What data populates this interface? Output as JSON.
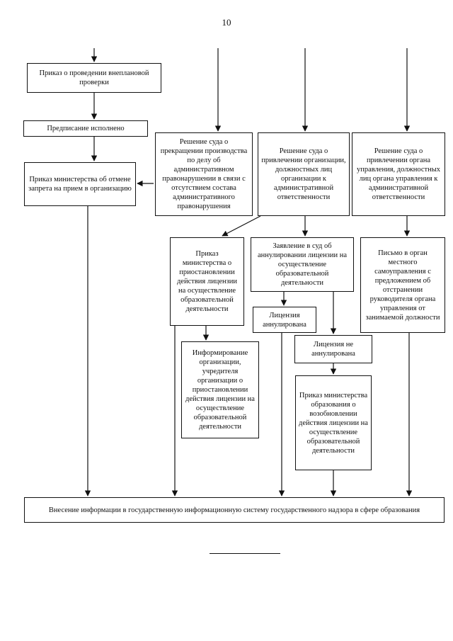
{
  "page_number": "10",
  "boxes": {
    "unscheduled_inspection": "Приказ о проведении внеплановой проверки",
    "order_fulfilled": "Предписание исполнено",
    "ban_cancel_order": "Приказ министерства об отмене запрета на прием в организацию",
    "court_terminate": "Решение суда о прекращении производства по делу об административном правонарушении в связи с отсутствием состава административного правонарушения",
    "court_org_liability": "Решение суда о привлечении организации, должностных лиц организации к административной ответственности",
    "court_body_liability": "Решение суда о привлечении органа управления, должностных лиц органа управления к административной ответственности",
    "suspend_license_order": "Приказ министерства о приостановлении действия лицензии на осуществление образовательной деятельности",
    "annul_application": "Заявление в суд об аннулировании лицензии на осуществление образовательной деятельности",
    "letter_local_body": "Письмо в орган местного самоуправления с предложением об отстранении руководителя органа управления от занимаемой должности",
    "license_annulled": "Лицензия аннулирована",
    "license_not_annulled": "Лицензия не аннулирована",
    "inform_founder": "Информирование организации, учредителя организации о приостановлении действия лицензии на осуществление образовательной деятельности",
    "renew_license_order": "Приказ министерства образования о возобновлении действия лицензии на осуществление образовательной деятельности",
    "state_info_system": "Внесение информации в государственную информационную систему государственного надзора в сфере образования"
  }
}
